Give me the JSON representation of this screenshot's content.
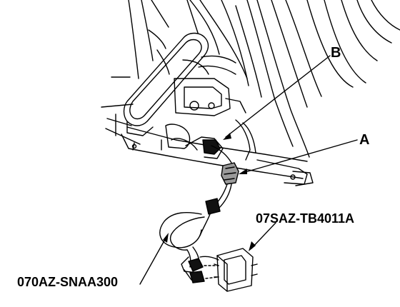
{
  "labels": {
    "callout_b": "B",
    "callout_a": "A",
    "part_number_1": "07SAZ-TB4011A",
    "part_number_2": "070AZ-SNAA300"
  },
  "colors": {
    "line": "#000000",
    "background": "#ffffff",
    "fill_dark": "#111111",
    "fill_gray": "#9a9a9a"
  }
}
